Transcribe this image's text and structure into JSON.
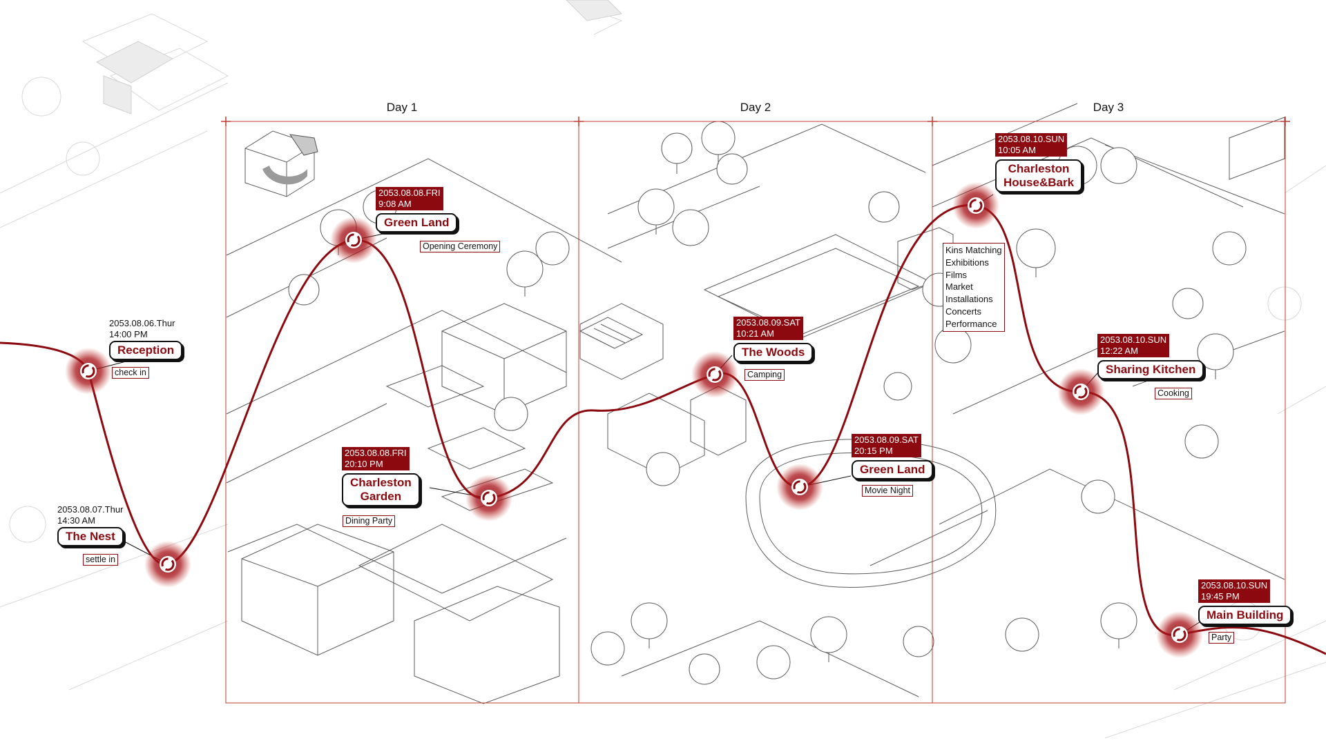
{
  "days": [
    {
      "label": "Day 1"
    },
    {
      "label": "Day 2"
    },
    {
      "label": "Day 3"
    }
  ],
  "stops": [
    {
      "id": "reception",
      "datetime": "2053.08.06.Thur\n14:00 PM",
      "name": "Reception",
      "activity": "check in",
      "dt_style": "plain"
    },
    {
      "id": "the-nest",
      "datetime": "2053.08.07.Thur\n14:30 AM",
      "name": "The Nest",
      "activity": "settle in",
      "dt_style": "plain"
    },
    {
      "id": "green-land-1",
      "datetime": "2053.08.08.FRI\n9:08 AM",
      "name": "Green Land",
      "activity": "Opening Ceremony",
      "dt_style": "box"
    },
    {
      "id": "charleston-garden",
      "datetime": "2053.08.08.FRI\n20:10 PM",
      "name": "Charleston\nGarden",
      "activity": "Dining Party",
      "dt_style": "box"
    },
    {
      "id": "the-woods",
      "datetime": "2053.08.09.SAT\n10:21 AM",
      "name": "The Woods",
      "activity": "Camping",
      "dt_style": "box"
    },
    {
      "id": "green-land-2",
      "datetime": "2053.08.09.SAT\n20:15 PM",
      "name": "Green Land",
      "activity": "Movie Night",
      "dt_style": "box"
    },
    {
      "id": "charleston-house",
      "datetime": "2053.08.10.SUN\n10:05 AM",
      "name": "Charleston\nHouse&Bark",
      "activity": "",
      "dt_style": "box"
    },
    {
      "id": "sharing-kitchen",
      "datetime": "2053.08.10.SUN\n12:22 AM",
      "name": "Sharing Kitchen",
      "activity": "Cooking",
      "dt_style": "box"
    },
    {
      "id": "main-building",
      "datetime": "2053.08.10.SUN\n19:45 PM",
      "name": "Main Building",
      "activity": "Party",
      "dt_style": "box"
    }
  ],
  "activities_list": [
    "Kins Matching",
    "Exhibitions",
    "Films",
    "Market",
    "Installations",
    "Concerts",
    "Performance"
  ],
  "colors": {
    "route": "#8c0a0f",
    "frame": "#c0392b",
    "linework": "#555555",
    "label_bg": "#8c0a0f"
  },
  "icons": {
    "stop_marker": "target-icon",
    "grid_cross": "plus-icon"
  }
}
